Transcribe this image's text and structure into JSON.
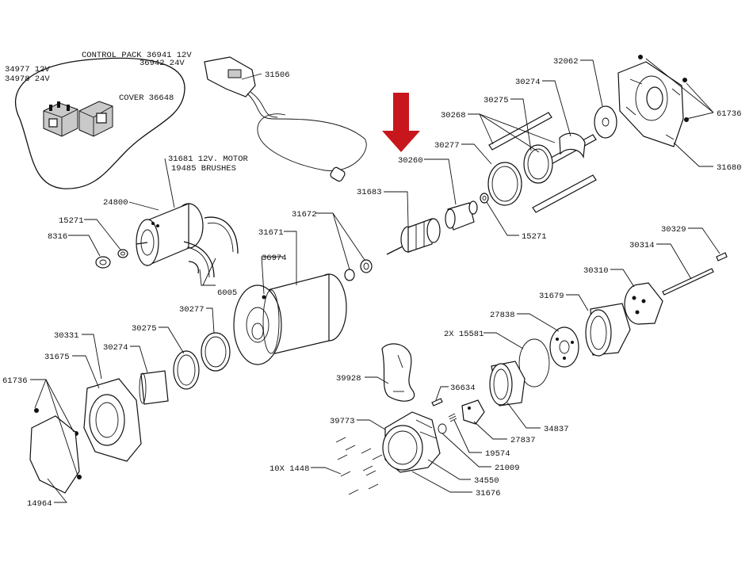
{
  "labels": {
    "control_pack_line1": "CONTROL PACK 36941 12V",
    "control_pack_line2": "36942 24V",
    "solenoid_12v": "34977 12V",
    "solenoid_24v": "34978 24V",
    "cover": "COVER 36648",
    "remote": "31506",
    "motor_line1": "31681 12V. MOTOR",
    "motor_line2": "19485 BRUSHES",
    "brush_ring": "24800",
    "nut_15271_left": "15271",
    "washer_8316": "8316",
    "brushes_6005": "6005",
    "drum_31671": "31671",
    "bushings_31672": "31672",
    "clip_36974": "36974",
    "shaft_31683": "31683",
    "coupler_30260": "30260",
    "nut_15271_right": "15271",
    "seal_30277_top": "30277",
    "rods_30268": "30268",
    "bearing_30275_top": "30275",
    "bushing_30274_top": "30274",
    "washer_32062": "32062",
    "endbrg_31680": "31680",
    "bolts_61736_right": "61736",
    "pin_30329": "30329",
    "shaft_30314": "30314",
    "carrier_30310": "30310",
    "ring_31679": "31679",
    "plate_27838": "27838",
    "orings_15581": "2X 15581",
    "ringgear_34837": "34837",
    "carrier_27837": "27837",
    "spring_19574": "19574",
    "oring_21009": "21009",
    "housing_34550": "34550",
    "gearbox_31676": "31676",
    "screws_1448": "10X 1448",
    "handle_39773": "39773",
    "clutch_39928": "39928",
    "pin_36634": "36634",
    "seal_30277_left": "30277",
    "bearing_30275_left": "30275",
    "bushing_30274_left": "30274",
    "endbrg_30331": "30331",
    "endbrg_31675": "31675",
    "bolts_61736_left": "61736",
    "gasket_14964": "14964"
  },
  "colors": {
    "line": "#111111",
    "arrow": "#c8161d",
    "background": "#ffffff"
  },
  "icons": {
    "pointer": "red-down-arrow-icon"
  }
}
